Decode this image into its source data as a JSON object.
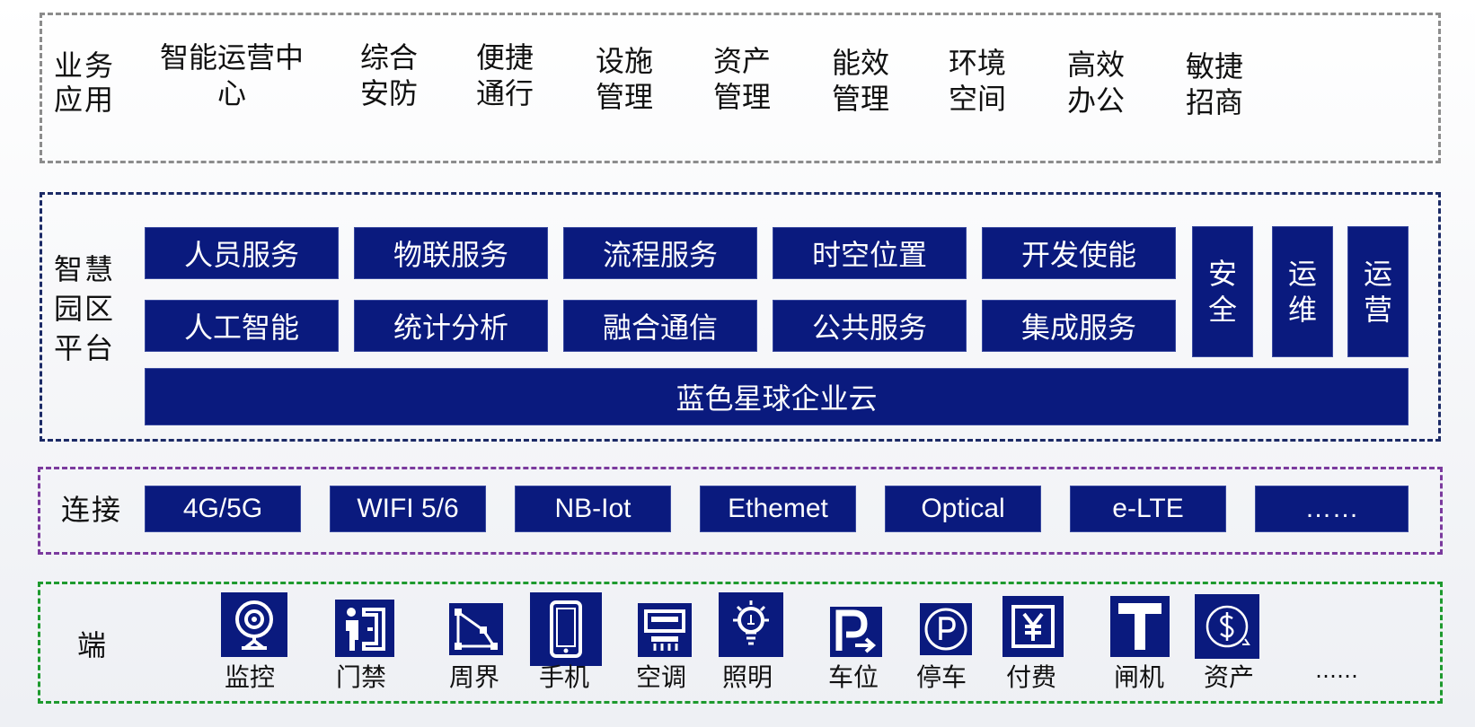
{
  "apps": {
    "label": "业务\n应用",
    "items": [
      "智能运营中\n心",
      "综合\n安防",
      "便捷\n通行",
      "设施\n管理",
      "资产\n管理",
      "能效\n管理",
      "环境\n空间",
      "高效\n办公",
      "敏捷\n招商"
    ]
  },
  "platform": {
    "label": "智慧\n园区\n平台",
    "row1": [
      "人员服务",
      "物联服务",
      "流程服务",
      "时空位置",
      "开发使能"
    ],
    "row2": [
      "人工智能",
      "统计分析",
      "融合通信",
      "公共服务",
      "集成服务"
    ],
    "vertical": [
      "安\n全",
      "运\n维",
      "运\n营"
    ],
    "cloud": "蓝色星球企业云"
  },
  "connect": {
    "label": "连接",
    "items": [
      "4G/5G",
      "WIFI 5/6",
      "NB-Iot",
      "Ethemet",
      "Optical",
      "e-LTE",
      "……"
    ]
  },
  "terminals": {
    "label": "端",
    "items": [
      {
        "icon": "camera-icon",
        "label": "监控"
      },
      {
        "icon": "door-access-icon",
        "label": "门禁"
      },
      {
        "icon": "perimeter-icon",
        "label": "周界"
      },
      {
        "icon": "phone-icon",
        "label": "手机"
      },
      {
        "icon": "air-conditioner-icon",
        "label": "空调"
      },
      {
        "icon": "lightbulb-icon",
        "label": "照明"
      },
      {
        "icon": "parking-space-icon",
        "label": "车位"
      },
      {
        "icon": "parking-icon",
        "label": "停车"
      },
      {
        "icon": "payment-icon",
        "label": "付费"
      },
      {
        "icon": "barrier-gate-icon",
        "label": "闸机"
      },
      {
        "icon": "asset-icon",
        "label": "资产"
      }
    ],
    "more": "……"
  },
  "colors": {
    "navy": "#0a1a7e",
    "apps_border": "#8c8c8c",
    "platform_border": "#1b2a66",
    "connect_border": "#7b3a9e",
    "terminal_border": "#1e9a2e"
  }
}
